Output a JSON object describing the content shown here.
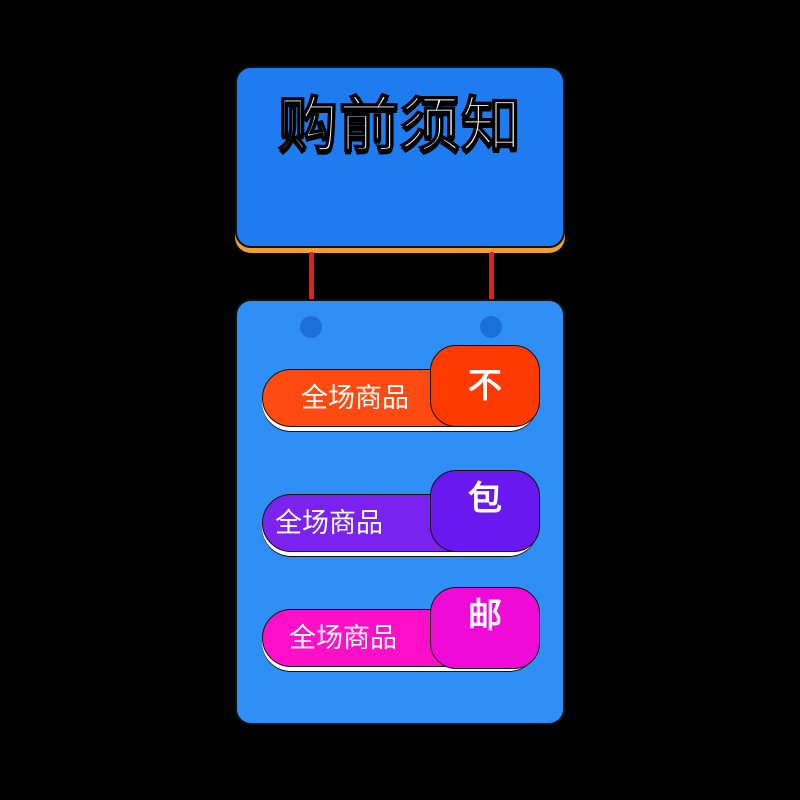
{
  "header": {
    "title": "购前须知"
  },
  "items": [
    {
      "label": "全场商品",
      "char": "不"
    },
    {
      "label": "全场商品",
      "char": "包"
    },
    {
      "label": "全场商品",
      "char": "邮"
    }
  ],
  "colors": {
    "background": "#000000",
    "header_board": "#1f7cf0",
    "main_board": "#2f8ff5",
    "cord": "#e02020",
    "pill_orange": "#ff4a12",
    "tab_orange": "#ff3a00",
    "pill_purple": "#7a22ee",
    "tab_purple": "#6a18f0",
    "pill_magenta": "#ff10c8",
    "tab_magenta": "#f00ad8"
  }
}
